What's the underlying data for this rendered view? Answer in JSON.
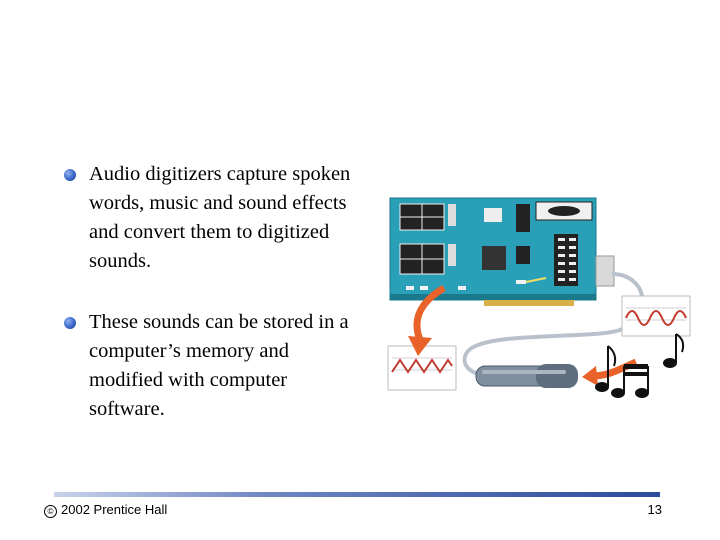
{
  "slide": {
    "bullets": [
      "Audio digitizers capture spoken words, music and sound effects and convert them to digitized sounds.",
      "These sounds can be stored in a computer’s memory and modified with computer software."
    ]
  },
  "footer": {
    "copyright_symbol": "©",
    "copyright": "2002 Prentice Hall",
    "page_number": "13"
  },
  "colors": {
    "bullet": "#3a66c9",
    "circuit_board": "#2aa0b8",
    "arrow": "#e8622a",
    "footer_bar": "#2d4a9c"
  },
  "icons": [
    "bullet-dot-icon",
    "copyright-icon",
    "sound-card-icon",
    "microphone-icon",
    "music-notes-icon",
    "waveform-icon"
  ]
}
